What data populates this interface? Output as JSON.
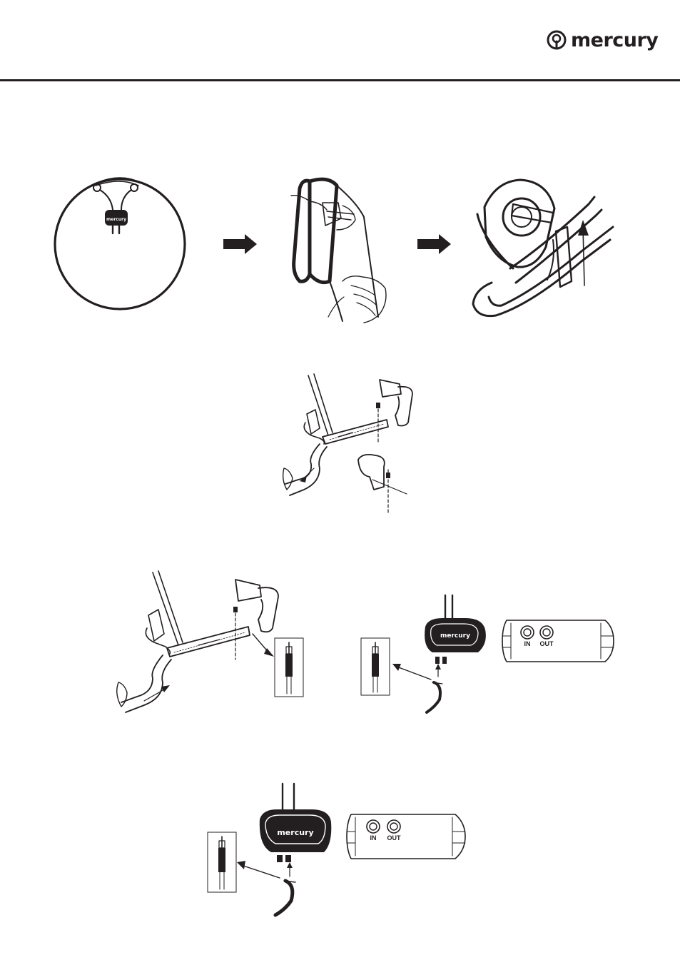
{
  "header": {
    "logo_text": "mercury"
  },
  "figures": {
    "lnb_brand": "mercury",
    "lnb_brand_small": "mercury",
    "receiver_1": {
      "in_label": "IN",
      "out_label": "OUT"
    },
    "receiver_2": {
      "in_label": "IN",
      "out_label": "OUT"
    }
  }
}
